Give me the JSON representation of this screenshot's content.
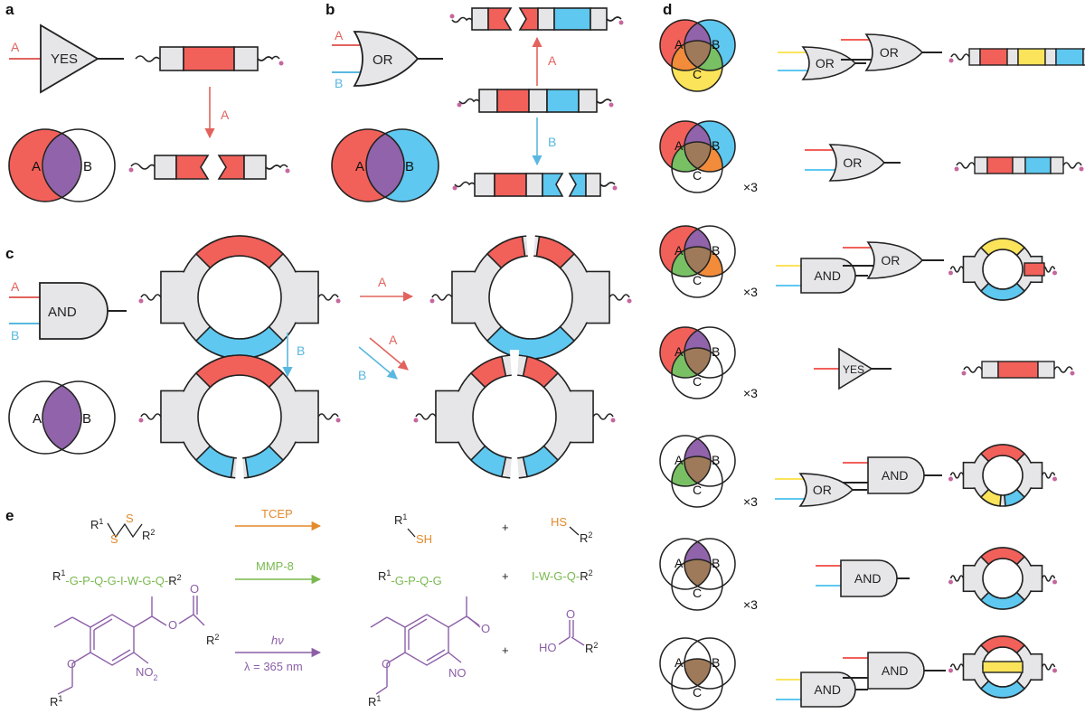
{
  "colors": {
    "red": "#f2605a",
    "blue": "#5ec8f0",
    "yellow": "#fbe35a",
    "green": "#79c064",
    "purple": "#9163ab",
    "orange": "#f28c3a",
    "brown": "#9f7a5a",
    "grey": "#e6e6e8",
    "outline": "#222222",
    "arrow_red": "#e2635d",
    "arrow_blue": "#59b8e0",
    "tcep": "#e48a2c",
    "mmp": "#79b94f",
    "light": "#8c5fa7",
    "linker": "#c5679f"
  },
  "panels": {
    "a": {
      "label": "a",
      "gate": "YES",
      "input": "A",
      "arrow": "A",
      "venn": [
        "A",
        "B"
      ]
    },
    "b": {
      "label": "b",
      "gate": "OR",
      "inputs": [
        "A",
        "B"
      ],
      "arrow_up": "A",
      "arrow_down": "B",
      "venn": [
        "A",
        "B"
      ]
    },
    "c": {
      "label": "c",
      "gate": "AND",
      "inputs": [
        "A",
        "B"
      ],
      "arrow_right": "A",
      "arrow_down": "B",
      "arrow_diag": [
        "A",
        "B"
      ],
      "venn": [
        "A",
        "B"
      ]
    },
    "d": {
      "label": "d",
      "rows": [
        {
          "venn": [
            "A",
            "B",
            "C"
          ],
          "mult": "",
          "gates": [
            "OR",
            "OR"
          ]
        },
        {
          "venn": [
            "A",
            "B",
            "C"
          ],
          "mult": "×3",
          "gates": [
            "OR"
          ]
        },
        {
          "venn": [
            "A",
            "B",
            "C"
          ],
          "mult": "×3",
          "gates": [
            "AND",
            "OR"
          ]
        },
        {
          "venn": [
            "A",
            "B",
            "C"
          ],
          "mult": "×3",
          "gates": [
            "YES"
          ]
        },
        {
          "venn": [
            "A",
            "B",
            "C"
          ],
          "mult": "×3",
          "gates": [
            "OR",
            "AND"
          ]
        },
        {
          "venn": [
            "A",
            "B",
            "C"
          ],
          "mult": "×3",
          "gates": [
            "AND"
          ]
        },
        {
          "venn": [
            "A",
            "B",
            "C"
          ],
          "mult": "",
          "gates": [
            "AND",
            "AND"
          ]
        }
      ]
    },
    "e": {
      "label": "e",
      "reactions": [
        {
          "reagent": "TCEP",
          "reactant": {
            "r1": "R",
            "r1_sup": "1",
            "s1": "S",
            "s2": "S",
            "r2": "R",
            "r2_sup": "2"
          },
          "product1": {
            "r": "R",
            "r_sup": "1",
            "group": "SH"
          },
          "plus": "+",
          "product2": {
            "group": "HS",
            "r": "R",
            "r_sup": "2"
          }
        },
        {
          "reagent": "MMP-8",
          "reactant": {
            "r1": "R",
            "r1_sup": "1",
            "seq": "-G-P-Q-G-I-W-G-Q-",
            "r2": "R",
            "r2_sup": "2"
          },
          "product1": {
            "r": "R",
            "r_sup": "1",
            "seq": "-G-P-Q-G"
          },
          "plus": "+",
          "product2": {
            "seq": "I-W-G-Q-",
            "r": "R",
            "r_sup": "2"
          }
        },
        {
          "reagent": "hν",
          "condition": "λ = 365 nm",
          "reactant": {
            "r1": "R",
            "r1_sup": "1",
            "nitro": "NO",
            "nitro_sub": "2",
            "r2": "R",
            "r2_sup": "2"
          },
          "product1": {
            "nitroso": "NO",
            "r": "R",
            "r_sup": "1"
          },
          "plus": "+",
          "product2": {
            "group": "HO",
            "r": "R",
            "r_sup": "2"
          }
        }
      ]
    }
  }
}
